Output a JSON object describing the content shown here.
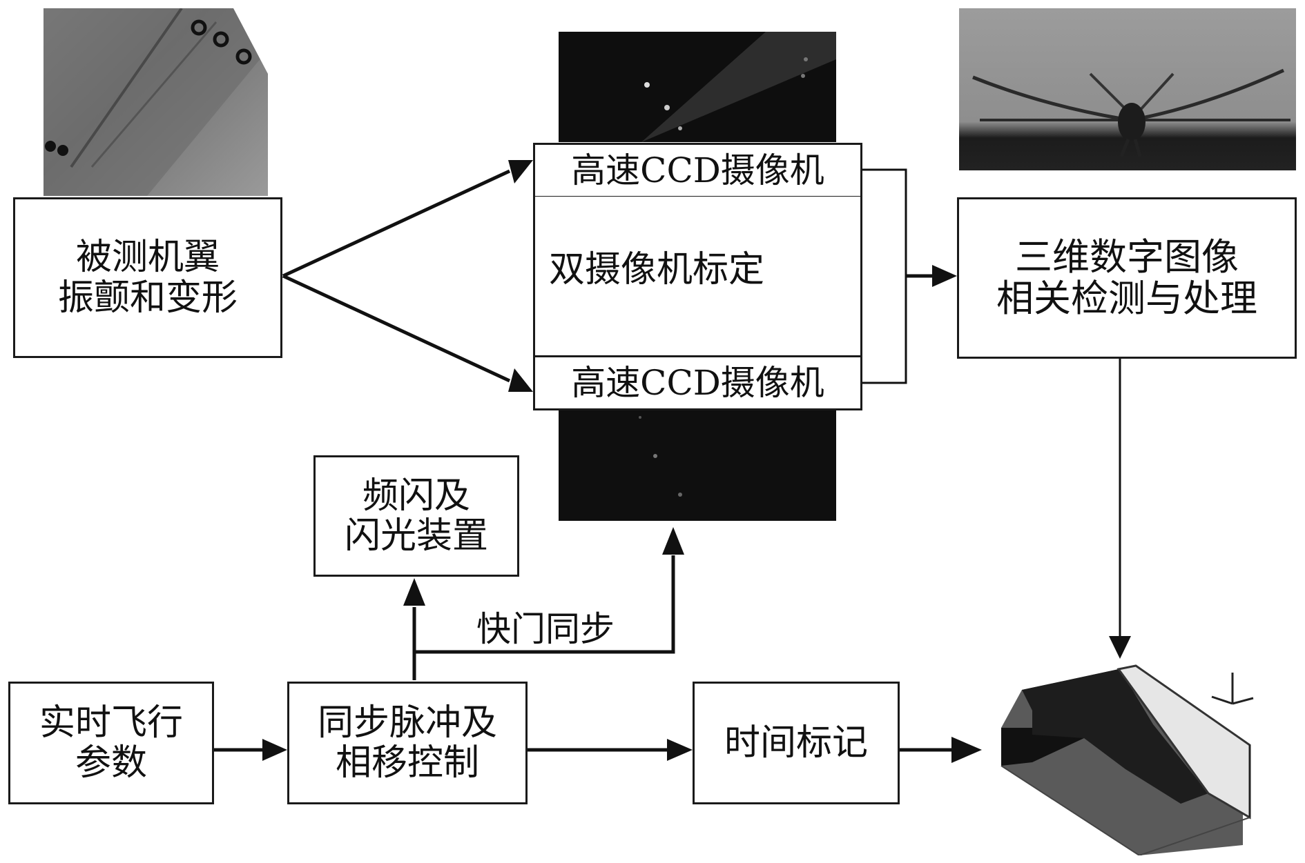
{
  "diagram": {
    "nodes": {
      "wing": {
        "lines": [
          "被测机翼",
          "振颤和变形"
        ]
      },
      "camera_top": {
        "label": "高速CCD摄像机"
      },
      "calibration": {
        "label": "双摄像机标定"
      },
      "camera_bottom": {
        "label": "高速CCD摄像机"
      },
      "processing": {
        "lines": [
          "三维数字图像",
          "相关检测与处理"
        ]
      },
      "strobe": {
        "lines": [
          "频闪及",
          "闪光装置"
        ]
      },
      "flight_params": {
        "lines": [
          "实时飞行",
          "参数"
        ]
      },
      "sync_control": {
        "lines": [
          "同步脉冲及",
          "相移控制"
        ]
      },
      "time_mark": {
        "label": "时间标记"
      }
    },
    "edge_labels": {
      "shutter_sync": "快门同步"
    },
    "images": {
      "wing_photo": "wing-closeup-photo",
      "ccd_top_photo": "camera-view-top-photo",
      "ccd_bottom_photo": "camera-view-bottom-photo",
      "aircraft_photo": "aircraft-in-flight-photo",
      "surface_plot": "3d-deformation-surface-plot"
    },
    "edges": [
      {
        "from": "wing",
        "to": "camera_top"
      },
      {
        "from": "wing",
        "to": "camera_bottom"
      },
      {
        "from": "camera_top",
        "to": "processing"
      },
      {
        "from": "camera_bottom",
        "to": "processing"
      },
      {
        "from": "processing",
        "to": "surface_plot"
      },
      {
        "from": "flight_params",
        "to": "sync_control"
      },
      {
        "from": "sync_control",
        "to": "time_mark"
      },
      {
        "from": "time_mark",
        "to": "surface_plot"
      },
      {
        "from": "sync_control",
        "to": "strobe"
      },
      {
        "from": "sync_control",
        "to": "camera_bottom",
        "label": "快门同步"
      }
    ]
  }
}
